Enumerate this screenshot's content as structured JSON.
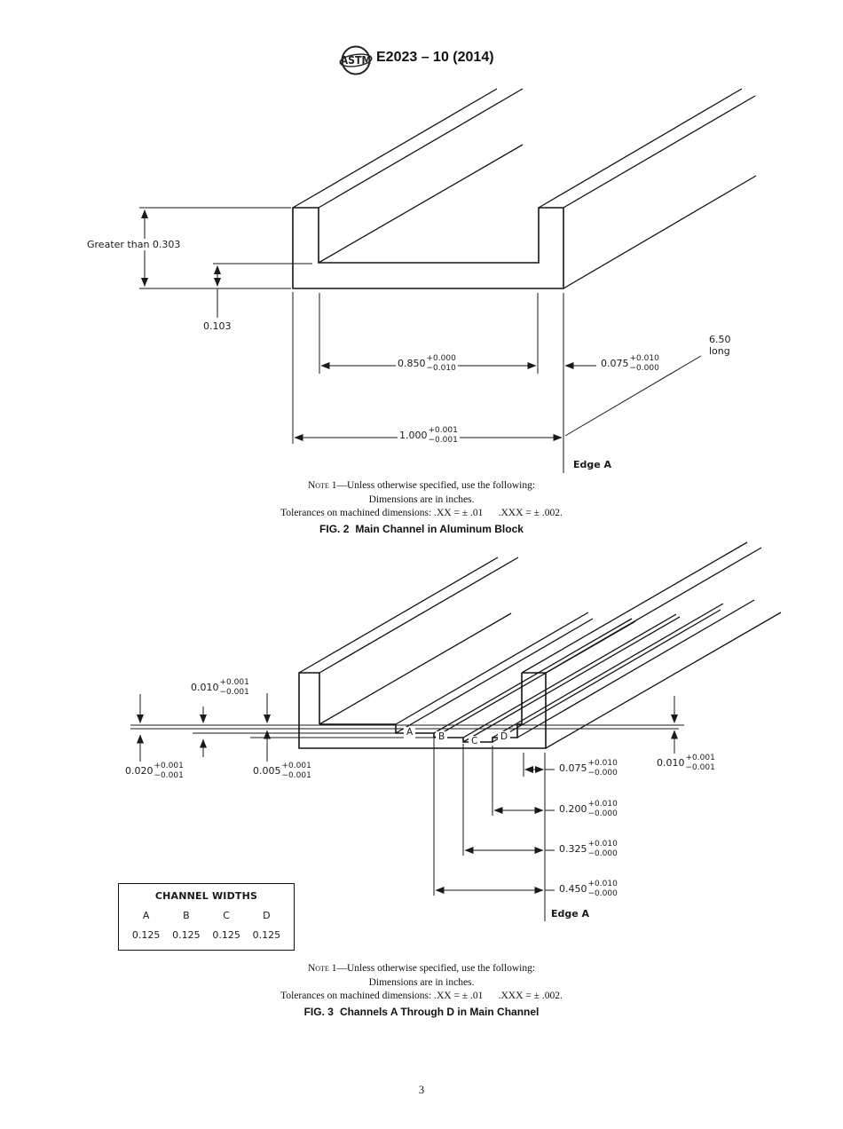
{
  "header": {
    "title": "E2023 – 10 (2014)"
  },
  "note": {
    "label": "Note 1",
    "text": "—Unless otherwise specified, use the following:",
    "line2": "Dimensions are in inches.",
    "line3": "Tolerances on machined dimensions: .XX = ± .01   .XXX = ± .002."
  },
  "fig2": {
    "caption_label": "FIG. 2",
    "caption": "Main Channel in Aluminum Block",
    "dims": {
      "height": "Greater than 0.303",
      "floor": "0.103",
      "channel": {
        "v": "0.850",
        "p": "+0.000",
        "m": "−0.010"
      },
      "wall": {
        "v": "0.075",
        "p": "+0.010",
        "m": "−0.000"
      },
      "total": {
        "v": "1.000",
        "p": "+0.001",
        "m": "−0.001"
      },
      "length1": "6.50",
      "length2": "long",
      "edge": "Edge A"
    }
  },
  "fig3": {
    "caption_label": "FIG. 3",
    "caption": "Channels A Through D in Main Channel",
    "channels": [
      "A",
      "B",
      "C",
      "D"
    ],
    "dims": {
      "t010": {
        "v": "0.010",
        "p": "+0.001",
        "m": "−0.001"
      },
      "t020": {
        "v": "0.020",
        "p": "+0.001",
        "m": "−0.001"
      },
      "t005": {
        "v": "0.005",
        "p": "+0.001",
        "m": "−0.001"
      },
      "r010": {
        "v": "0.010",
        "p": "+0.001",
        "m": "−0.001"
      },
      "w075": {
        "v": "0.075",
        "p": "+0.010",
        "m": "−0.000"
      },
      "w200": {
        "v": "0.200",
        "p": "+0.010",
        "m": "−0.000"
      },
      "w325": {
        "v": "0.325",
        "p": "+0.010",
        "m": "−0.000"
      },
      "w450": {
        "v": "0.450",
        "p": "+0.010",
        "m": "−0.000"
      },
      "edge": "Edge A"
    },
    "table": {
      "title": "CHANNEL WIDTHS",
      "headers": [
        "A",
        "B",
        "C",
        "D"
      ],
      "values": [
        "0.125",
        "0.125",
        "0.125",
        "0.125"
      ]
    }
  },
  "page_number": "3"
}
